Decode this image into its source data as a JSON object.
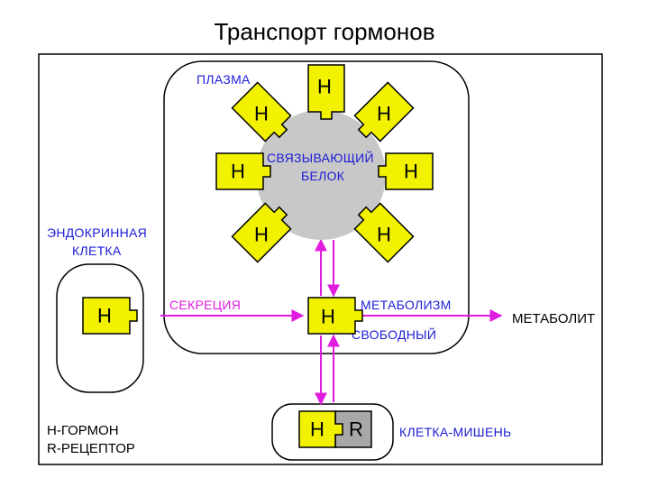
{
  "title": "Транспорт гормонов",
  "labels": {
    "plasma": "ПЛАЗМА",
    "binding_protein_line1": "СВЯЗЫВАЮЩИЙ",
    "binding_protein_line2": "БЕЛОК",
    "endocrine_line1": "ЭНДОКРИННАЯ",
    "endocrine_line2": "КЛЕТКА",
    "secretion": "СЕКРЕЦИЯ",
    "metabolism": "МЕТАБОЛИЗМ",
    "metabolite": "МЕТАБОЛИТ",
    "free": "СВОБОДНЫЙ",
    "target_cell": "КЛЕТКА-МИШЕНЬ",
    "legend_hormone": "Н-ГОРМОН",
    "legend_receptor": "R-РЕЦЕПТОР",
    "hormone_symbol": "Н",
    "receptor_symbol": "R"
  },
  "colors": {
    "hormone_fill": "#f2f200",
    "protein_fill": "#c8c8c8",
    "receptor_fill": "#a8a8a8",
    "label_blue": "#1c1cd6",
    "arrow_magenta": "#e01ce0",
    "outline": "#000000"
  }
}
